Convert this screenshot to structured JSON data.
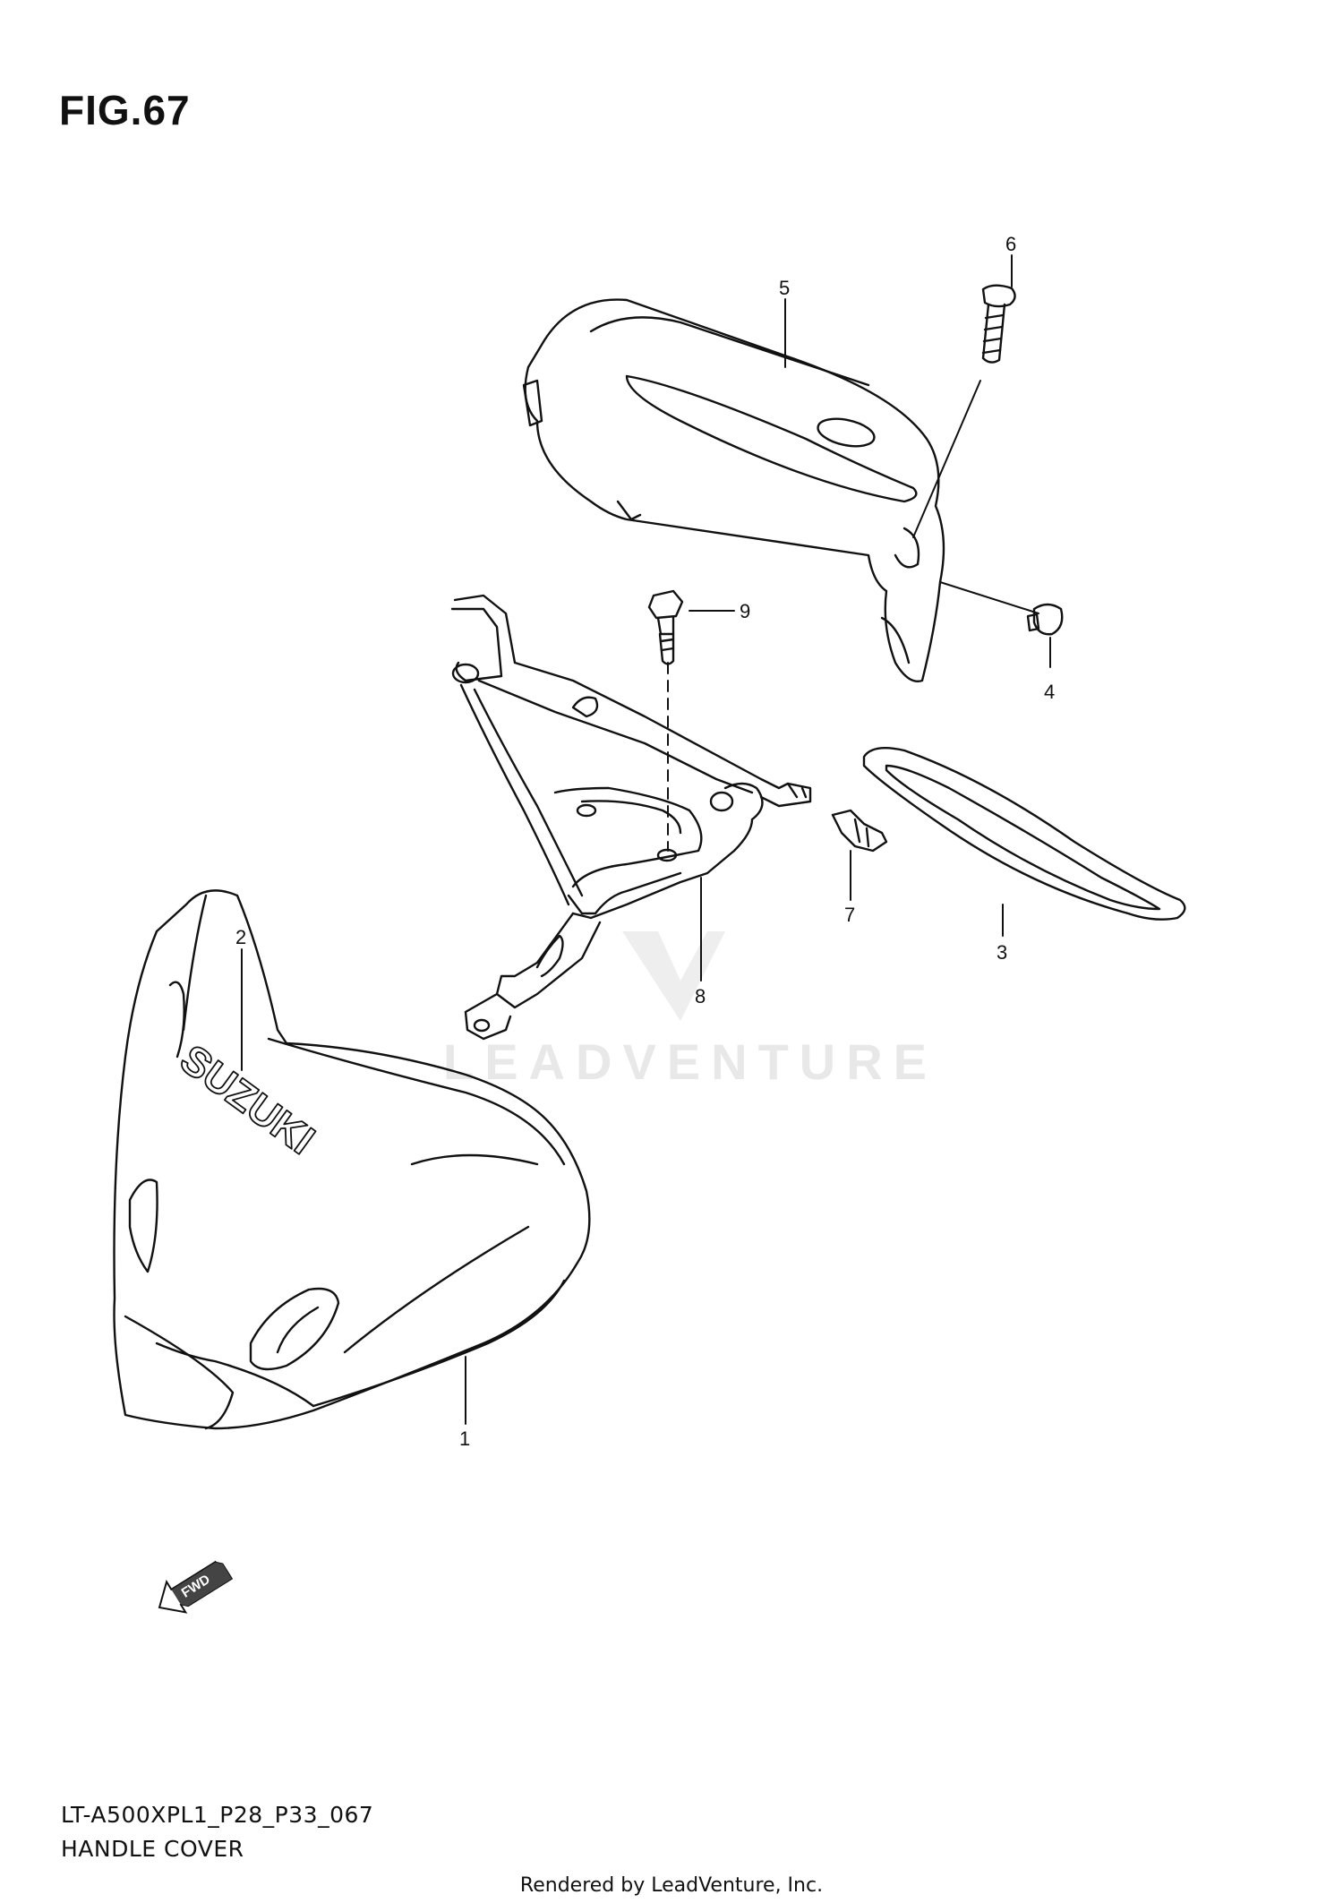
{
  "figure": {
    "title": "FIG.67",
    "model_code": "LT-A500XPL1_P28_P33_067",
    "section_name": "HANDLE COVER",
    "rendered_by": "Rendered by LeadVenture, Inc.",
    "watermark": "LEADVENTURE",
    "fwd_label": "FWD",
    "brand_on_part": "SUZUKI"
  },
  "callouts": [
    {
      "id": "1",
      "part": "cover-front"
    },
    {
      "id": "2",
      "part": "suzuki-emblem"
    },
    {
      "id": "3",
      "part": "cover-lower-trim"
    },
    {
      "id": "4",
      "part": "nut-clip"
    },
    {
      "id": "5",
      "part": "cover-upper"
    },
    {
      "id": "6",
      "part": "screw"
    },
    {
      "id": "7",
      "part": "clip"
    },
    {
      "id": "8",
      "part": "bracket"
    },
    {
      "id": "9",
      "part": "bolt"
    }
  ]
}
